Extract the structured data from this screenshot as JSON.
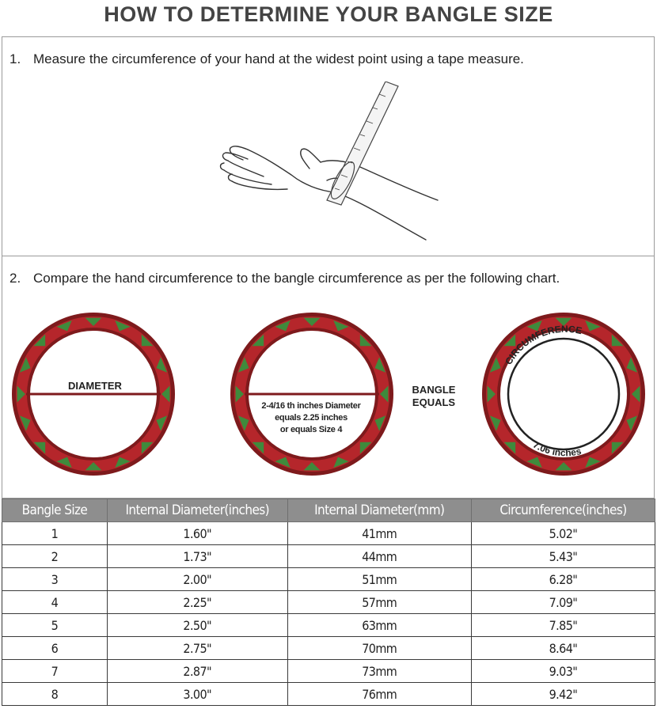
{
  "title": "HOW TO DETERMINE YOUR BANGLE SIZE",
  "step1": {
    "num": "1.",
    "text": "Measure the circumference of your hand at the widest point using a tape measure."
  },
  "step2": {
    "num": "2.",
    "text": "Compare the hand circumference to the bangle circumference as per the following chart."
  },
  "diagram": {
    "diameter_label": "DIAMETER",
    "example_line1": "2-4/16 th inches Diameter",
    "example_line2": "equals 2.25 inches",
    "example_line3": "or equals Size 4",
    "equals_line1": "BANGLE",
    "equals_line2": "EQUALS",
    "circumference_label": "CIRCUMFERENCE",
    "circumference_value": "7.06 inches"
  },
  "colors": {
    "bangle_red": "#b5262b",
    "bangle_dark": "#7e1a1c",
    "bangle_green": "#3f8a3c",
    "header_gray": "#8e8e8e"
  },
  "table": {
    "headers": [
      "Bangle Size",
      "Internal Diameter(inches)",
      "Internal Diameter(mm)",
      "Circumference(inches)"
    ],
    "rows": [
      [
        "1",
        "1.60\"",
        "41mm",
        "5.02\""
      ],
      [
        "2",
        "1.73\"",
        "44mm",
        "5.43\""
      ],
      [
        "3",
        "2.00\"",
        "51mm",
        "6.28\""
      ],
      [
        "4",
        "2.25\"",
        "57mm",
        "7.09\""
      ],
      [
        "5",
        "2.50\"",
        "63mm",
        "7.85\""
      ],
      [
        "6",
        "2.75\"",
        "70mm",
        "8.64\""
      ],
      [
        "7",
        "2.87\"",
        "73mm",
        "9.03\""
      ],
      [
        "8",
        "3.00\"",
        "76mm",
        "9.42\""
      ]
    ]
  }
}
